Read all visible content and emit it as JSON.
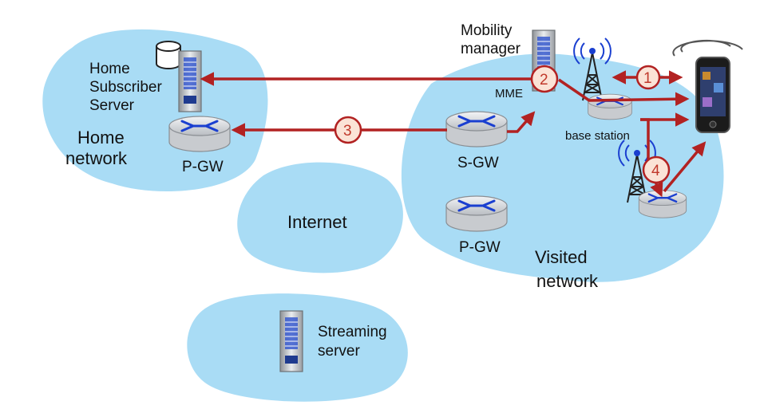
{
  "colors": {
    "cloud": "#a9dcf5",
    "arrow": "#b22222",
    "step_circle_fill": "#fbe3d6",
    "router_cross": "#1a3fd0",
    "tower_signal": "#1a3fd0"
  },
  "icons": {
    "server": "server-icon",
    "database": "database-icon",
    "router": "router-icon",
    "antenna": "cell-tower-icon",
    "phone": "smartphone-icon"
  },
  "home_network": {
    "hss_label": [
      "Home",
      "Subscriber",
      "Server"
    ],
    "network_label": [
      "Home",
      "network"
    ],
    "pgw_label": "P-GW"
  },
  "internet": {
    "label": "Internet"
  },
  "streaming": {
    "label": [
      "Streaming",
      "server"
    ]
  },
  "visited_network": {
    "mobility_label": [
      "Mobility",
      "manager"
    ],
    "mme_label": "MME",
    "base_station_label": "base station",
    "sgw_label": "S-GW",
    "pgw_label": "P-GW",
    "network_label": [
      "Visited",
      "network"
    ]
  },
  "steps": [
    "1",
    "2",
    "3",
    "4"
  ]
}
